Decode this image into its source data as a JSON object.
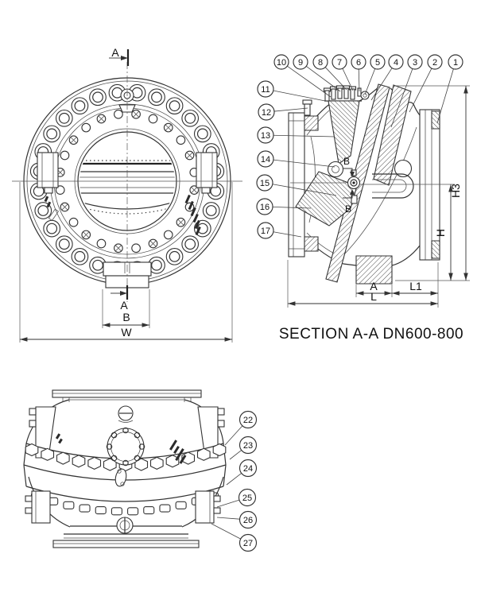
{
  "drawing_title": "SECTION A-A  DN600-800",
  "front_view": {
    "section_cut_label_top": "A",
    "section_cut_label_bottom": "A",
    "dim_labels": {
      "bore": "B",
      "overall_width": "W"
    }
  },
  "section_view": {
    "part_callouts": [
      "1",
      "2",
      "3",
      "4",
      "5",
      "6",
      "7",
      "8",
      "9",
      "10",
      "11",
      "12",
      "13",
      "14",
      "15",
      "16",
      "17"
    ],
    "section_cut_label_top": "B",
    "section_cut_label_bottom": "B",
    "dim_labels": {
      "h3": "H3",
      "h": "H",
      "a": "A",
      "l1": "L1",
      "l": "L"
    }
  },
  "bottom_view": {
    "part_callouts": [
      "22",
      "23",
      "24",
      "25",
      "26",
      "27"
    ]
  }
}
